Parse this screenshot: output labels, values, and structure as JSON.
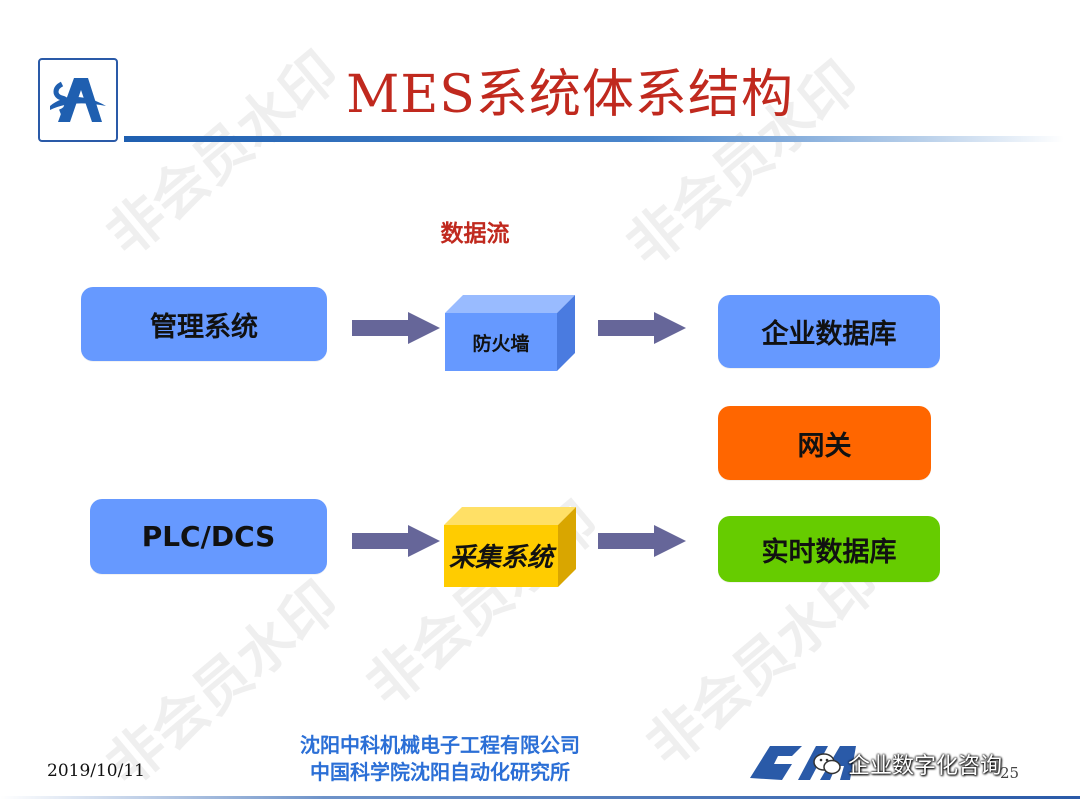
{
  "title": "MES系统体系结构",
  "flow_label": "数据流",
  "nodes": {
    "management_system": "管理系统",
    "firewall": "防火墙",
    "enterprise_db": "企业数据库",
    "gateway": "网关",
    "plc_dcs": "PLC/DCS",
    "acquisition_system": "采集系统",
    "realtime_db": "实时数据库"
  },
  "footer": {
    "date": "2019/10/11",
    "org_line1": "沈阳中科机械电子工程有限公司",
    "org_line2": "中国科学院沈阳自动化研究所",
    "page_number": "25",
    "wechat_account": "企业数字化咨询"
  },
  "watermark_text": "非会员水印",
  "colors": {
    "title": "#c0291e",
    "blue_box": "#6699ff",
    "gateway": "#ff6600",
    "realtime_db": "#66cc00",
    "acquisition_cube": "#ffcc00",
    "arrow": "#666699"
  }
}
